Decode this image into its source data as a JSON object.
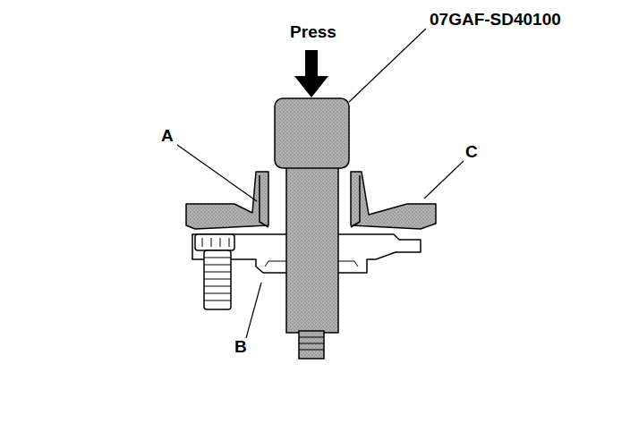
{
  "diagram": {
    "labels": [
      "Press",
      "07GAF-SD40100",
      "A",
      "C",
      "B"
    ]
  }
}
